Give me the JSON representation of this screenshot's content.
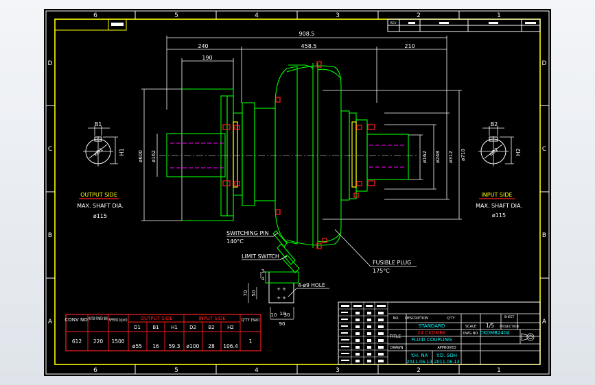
{
  "colors": {
    "background": "#000000",
    "frame": "#ffffff",
    "border": "#ffff00",
    "part": "#00ff00",
    "dimension": "#ffffff",
    "hidden": "#ff00ff",
    "bolt": "#ff2020",
    "red_text": "#ff2020",
    "cyan_text": "#00ffff"
  },
  "zone_columns": [
    "6",
    "5",
    "4",
    "3",
    "2",
    "1"
  ],
  "zone_rows": [
    "D",
    "C",
    "B",
    "A"
  ],
  "dimensions": {
    "total_length": "908.5",
    "left_length": "240",
    "mid_length": "458.5",
    "right_length": "210",
    "bracket_length": "190",
    "dia_600": "ø600",
    "dia_162_left": "ø162",
    "dia_162_right": "ø162",
    "dia_248": "ø248",
    "dia_312": "ø312",
    "dia_710": "ø710",
    "b1": "B1",
    "d1": "øD1",
    "h1": "H1",
    "b2": "B2",
    "d2": "øD2",
    "h2": "H2",
    "foot_70": "70",
    "foot_50": "50",
    "foot_10a": "10",
    "foot_10b": "10",
    "foot_30": "30",
    "foot_90": "90",
    "foot_3": "3",
    "foot_4": "4"
  },
  "labels": {
    "output_side": "OUTPUT SIDE",
    "input_side": "INPUT SIDE",
    "max_shaft_left": "MAX. SHAFT DIA.",
    "max_shaft_right": "MAX. SHAFT DIA.",
    "shaft_dia_left": "ø115",
    "shaft_dia_right": "ø115",
    "switching_pin": "SWITCHING PIN",
    "switching_temp": "140°C",
    "limit_switch": "LIMIT SWITCH",
    "fusible_plug": "FUSIBLE PLUG",
    "fusible_temp": "175°C",
    "hole_note": "4-ø9 HOLE"
  },
  "spec_table": {
    "headers": {
      "conv_no": "CONV NO.",
      "motor_power": "MOTOR POWER (kW)",
      "speed": "SPEED (rpm)",
      "output_side": "OUTPUT SIDE",
      "input_side": "INPUT SIDE",
      "qty": "Q'TY (Set)"
    },
    "sub_headers": [
      "D1",
      "B1",
      "H1",
      "D2",
      "B2",
      "H2"
    ],
    "row": {
      "conv_no": "612",
      "motor_power": "220",
      "speed": "1500",
      "d1": "ø55",
      "b1": "16",
      "h1": "59.3",
      "d2": "ø100",
      "b2": "28",
      "h2": "106.4",
      "qty": "1"
    }
  },
  "title_block": {
    "standard": "STANDARD",
    "code": "24 CKDMBK",
    "description": "FLUID COUPLING",
    "drawing_no": "CKDMB240d",
    "scale": "1/5",
    "drawn_name": "Y.H. NA",
    "drawn_date": "2011.06.13",
    "approved_name": "Y.D. SOH",
    "approved_date": "2011.06.13",
    "title_label": "TITLE",
    "drawn_label": "DRAWN",
    "approved_label": "APPROVED",
    "scale_label": "SCALE",
    "no_label": "NO.",
    "description_label": "DESCRIPTION",
    "qty_label": "Q'TY",
    "projection_label": "PROJECTION",
    "sheet_label": "SHEET",
    "dwg_label": "DWG.NO.",
    "rev_header": "REV"
  }
}
